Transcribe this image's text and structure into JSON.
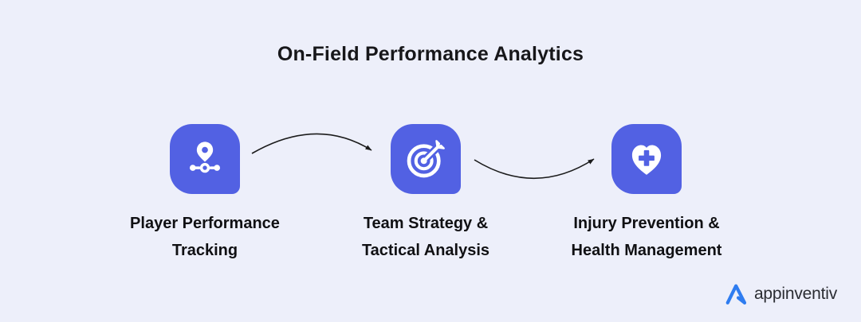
{
  "title": "On-Field Performance Analytics",
  "steps": [
    {
      "icon": "route-pin-icon",
      "label_line1": "Player Performance",
      "label_line2": "Tracking"
    },
    {
      "icon": "target-dart-icon",
      "label_line1": "Team Strategy &",
      "label_line2": "Tactical Analysis"
    },
    {
      "icon": "heart-plus-icon",
      "label_line1": "Injury Prevention &",
      "label_line2": "Health Management"
    }
  ],
  "connectors": [
    "curved-arrow-up",
    "curved-arrow-down"
  ],
  "logo": {
    "text": "appinventiv"
  },
  "colors": {
    "background": "#EDEFFA",
    "tile": "#5261E3",
    "icon_glyph": "#FFFFFF",
    "arrow": "#1B1B1B",
    "title_text": "#17171A",
    "label_text": "#101013",
    "logo_blue": "#2E7CF0",
    "logo_text": "#2A2C32"
  }
}
